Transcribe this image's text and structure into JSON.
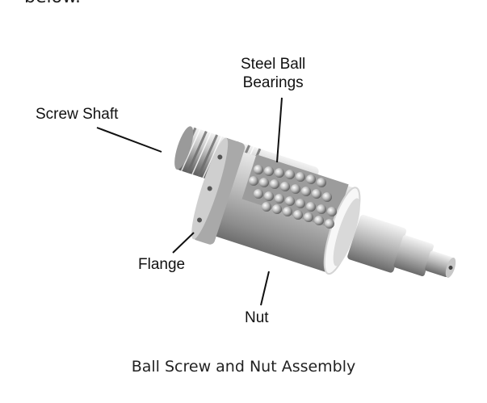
{
  "top_clip_text": "below.",
  "labels": {
    "steel_ball_line1": "Steel Ball",
    "steel_ball_line2": "Bearings",
    "screw_shaft": "Screw Shaft",
    "flange": "Flange",
    "nut": "Nut"
  },
  "caption": "Ball Screw and Nut Assembly"
}
